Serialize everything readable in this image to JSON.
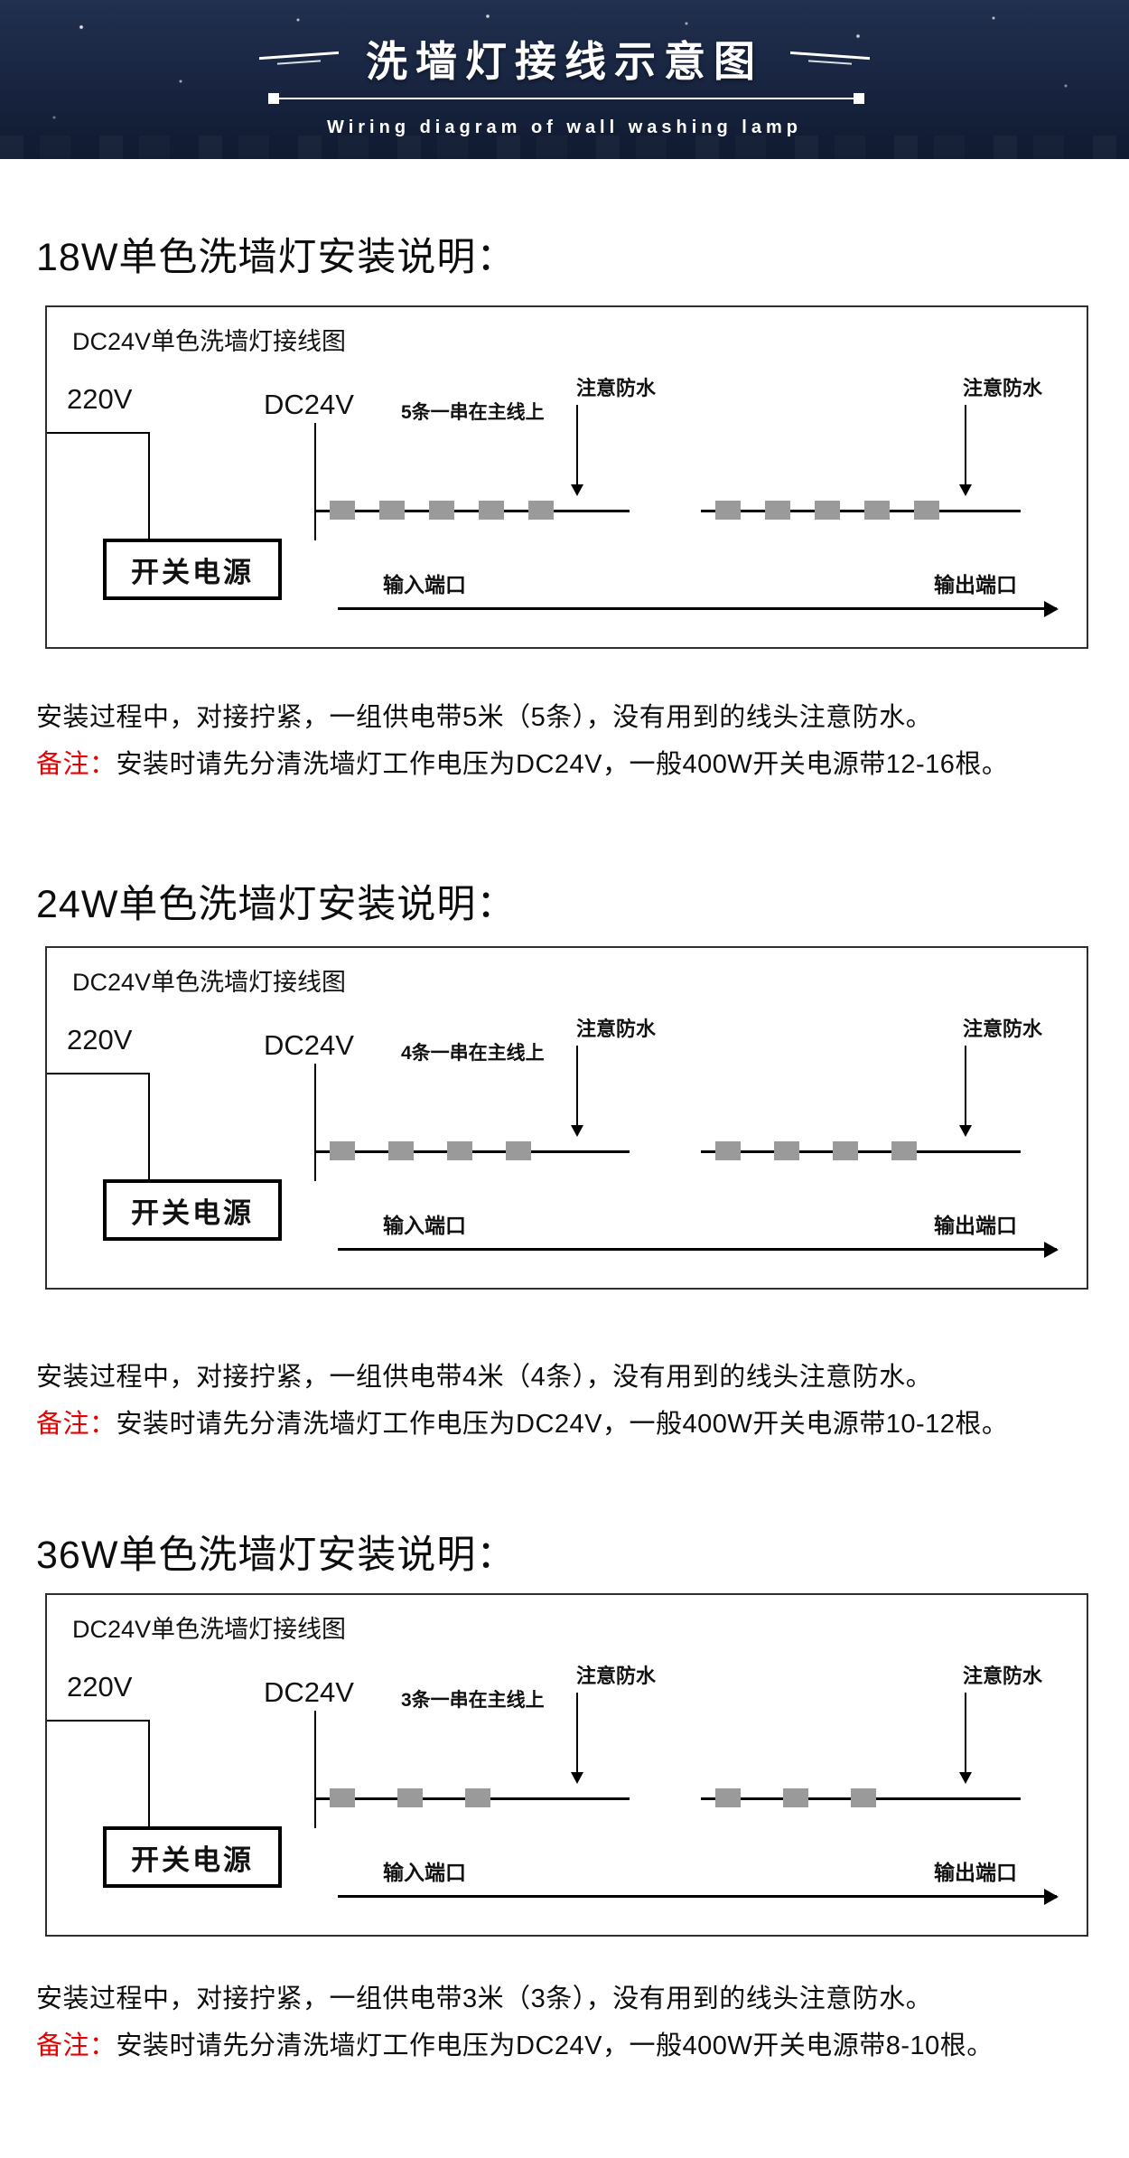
{
  "header": {
    "title": "洗墙灯接线示意图",
    "subtitle": "Wiring diagram of wall washing lamp",
    "bg_color": "#182440",
    "text_color": "#ffffff"
  },
  "colors": {
    "note_red": "#e60000",
    "lamp_gray": "#9a9a9a",
    "wire_black": "#000000"
  },
  "sections": [
    {
      "heading": "18W单色洗墙灯安装说明：",
      "diagram": {
        "title": "DC24V单色洗墙灯接线图",
        "input_voltage": "220V",
        "output_voltage": "DC24V",
        "series_note": "5条一串在主线上",
        "waterproof_label_1": "注意防水",
        "waterproof_label_2": "注意防水",
        "power_box": "开关电源",
        "input_port": "输入端口",
        "output_port": "输出端口",
        "lamps_per_group": 5
      },
      "para": "安装过程中，对接拧紧，一组供电带5米（5条），没有用到的线头注意防水。",
      "note_label": "备注：",
      "note_text": "安装时请先分清洗墙灯工作电压为DC24V，一般400W开关电源带12-16根。"
    },
    {
      "heading": "24W单色洗墙灯安装说明：",
      "diagram": {
        "title": "DC24V单色洗墙灯接线图",
        "input_voltage": "220V",
        "output_voltage": "DC24V",
        "series_note": "4条一串在主线上",
        "waterproof_label_1": "注意防水",
        "waterproof_label_2": "注意防水",
        "power_box": "开关电源",
        "input_port": "输入端口",
        "output_port": "输出端口",
        "lamps_per_group": 4
      },
      "para": "安装过程中，对接拧紧，一组供电带4米（4条），没有用到的线头注意防水。",
      "note_label": "备注：",
      "note_text": "安装时请先分清洗墙灯工作电压为DC24V，一般400W开关电源带10-12根。"
    },
    {
      "heading": "36W单色洗墙灯安装说明：",
      "diagram": {
        "title": "DC24V单色洗墙灯接线图",
        "input_voltage": "220V",
        "output_voltage": "DC24V",
        "series_note": "3条一串在主线上",
        "waterproof_label_1": "注意防水",
        "waterproof_label_2": "注意防水",
        "power_box": "开关电源",
        "input_port": "输入端口",
        "output_port": "输出端口",
        "lamps_per_group": 3
      },
      "para": "安装过程中，对接拧紧，一组供电带3米（3条），没有用到的线头注意防水。",
      "note_label": "备注：",
      "note_text": "安装时请先分清洗墙灯工作电压为DC24V，一般400W开关电源带8-10根。"
    }
  ]
}
